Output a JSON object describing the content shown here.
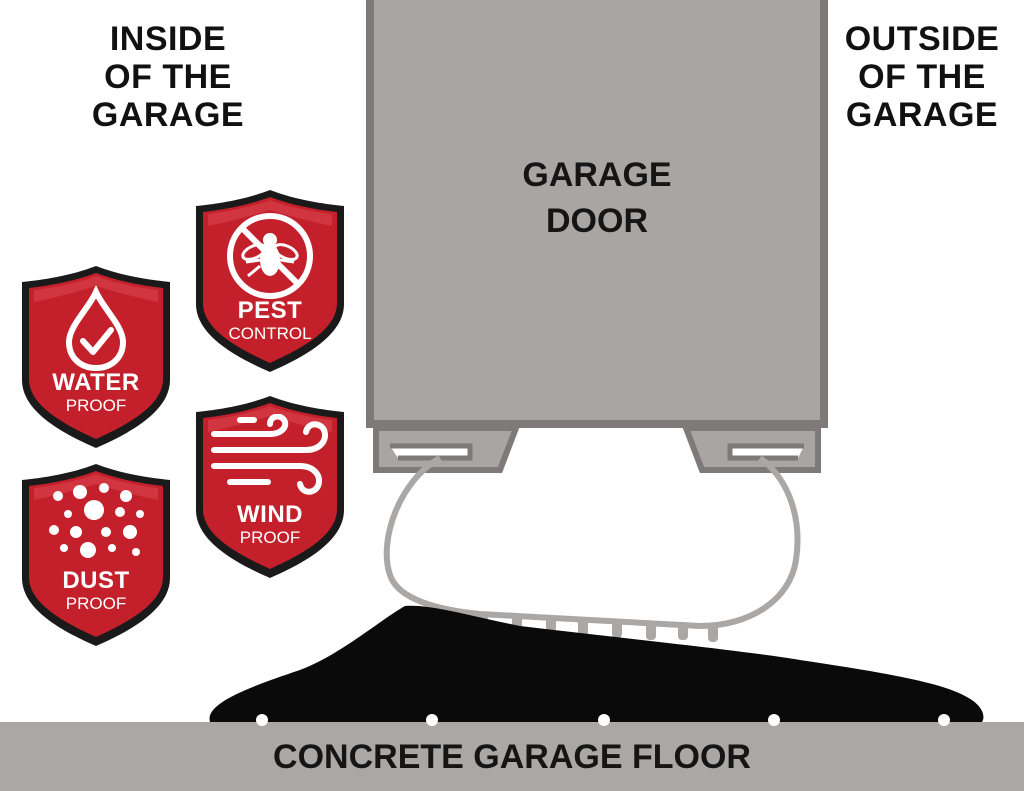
{
  "labels": {
    "inside": [
      "INSIDE",
      "OF THE",
      "GARAGE"
    ],
    "outside": [
      "OUTSIDE",
      "OF THE",
      "GARAGE"
    ],
    "door": [
      "GARAGE",
      "DOOR"
    ],
    "floor": "CONCRETE GARAGE FLOOR"
  },
  "badges": {
    "water": {
      "title": "WATER",
      "subtitle": "PROOF",
      "icon": "water-drop-check-icon"
    },
    "dust": {
      "title": "DUST",
      "subtitle": "PROOF",
      "icon": "dust-particles-icon"
    },
    "pest": {
      "title": "PEST",
      "subtitle": "CONTROL",
      "icon": "no-fly-icon"
    },
    "wind": {
      "title": "WIND",
      "subtitle": "PROOF",
      "icon": "wind-swirl-icon"
    }
  },
  "colors": {
    "badge_red": "#c4202b",
    "badge_border": "#1a1a1a",
    "door_gray": "#a8a5a3",
    "door_edge": "#7d7a79",
    "floor_gray": "#aaa7a5",
    "seal_black": "#0a0a0a"
  }
}
